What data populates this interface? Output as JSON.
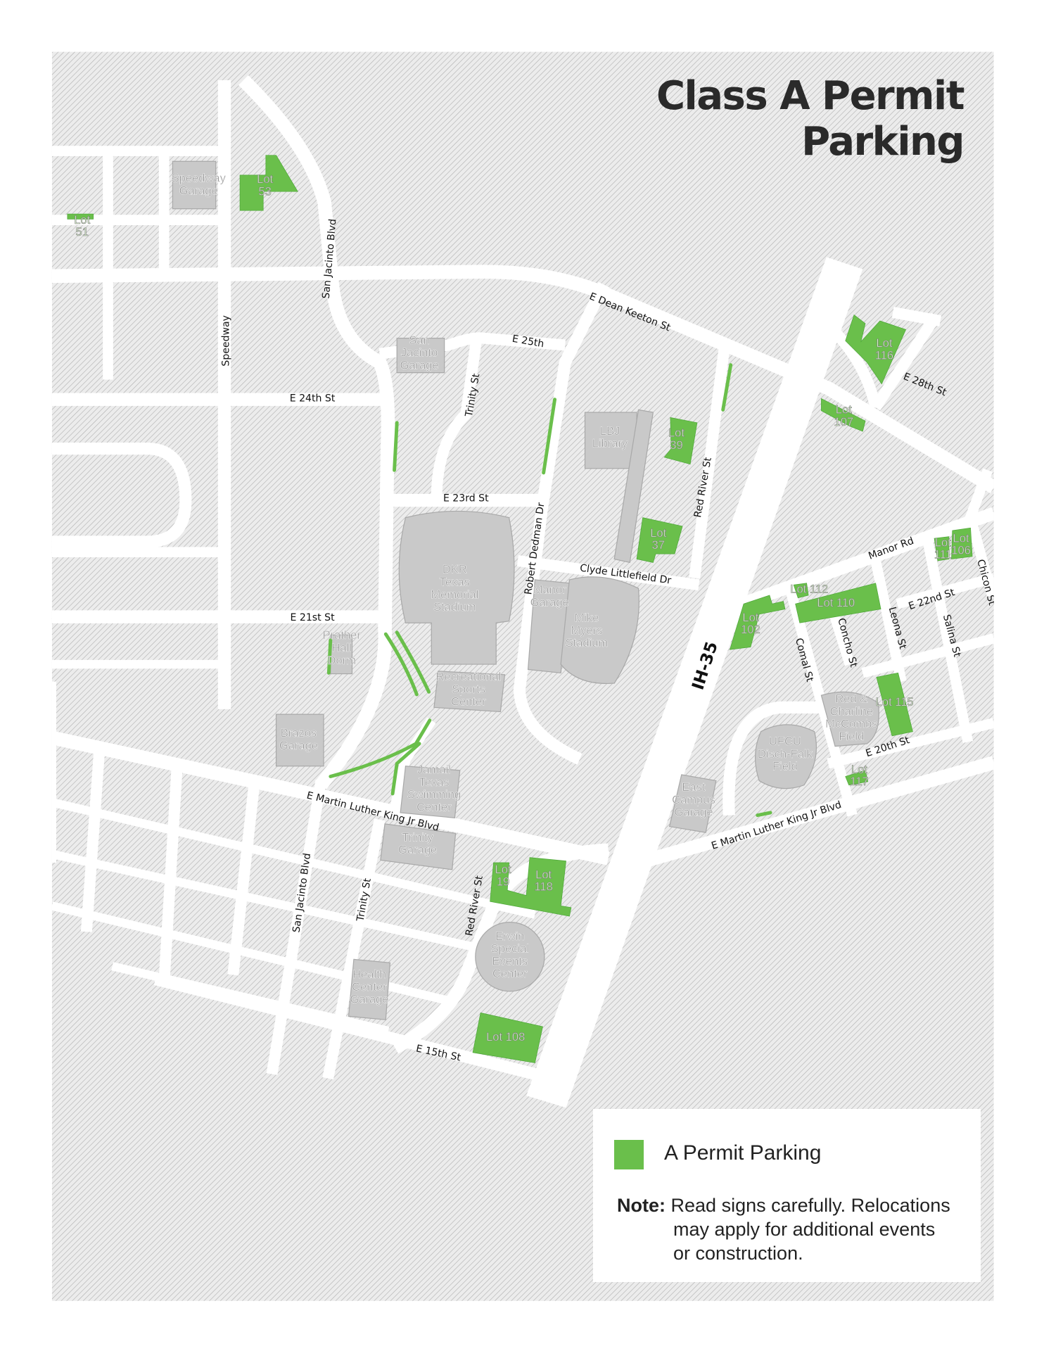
{
  "title": "Class A Permit Parking",
  "colors": {
    "permit_green": "#6abf4b",
    "hatch_bg": "#ececec",
    "hatch_line": "#b0b0b0",
    "building": "#c9c9c9"
  },
  "streets": [
    "San Jacinto Blvd",
    "Speedway",
    "E Dean Keeton St",
    "E 25th",
    "Trinity St",
    "E 24th St",
    "E 23rd St",
    "Robert Dedman Dr",
    "Red River St",
    "Clyde Littlefield Dr",
    "E 21st St",
    "E 28th St",
    "Manor Rd",
    "E 22nd St",
    "Chicon St",
    "Comal St",
    "Concho St",
    "Leona St",
    "Salina St",
    "E 20th St",
    "IH-35",
    "E Martin Luther King Jr Blvd",
    "E Martin Luther King Jr Blvd",
    "San Jacinto Blvd",
    "Trinity St",
    "Red River St",
    "E 15th St"
  ],
  "buildings": [
    {
      "lines": [
        "Speedway",
        "Garage"
      ]
    },
    {
      "lines": [
        "San",
        "Jacinto",
        "Garage"
      ]
    },
    {
      "lines": [
        "LBJ",
        "Library"
      ]
    },
    {
      "lines": [
        "DKR",
        "Texas",
        "Memorial",
        "Stadium"
      ]
    },
    {
      "lines": [
        "Manor",
        "Garage"
      ]
    },
    {
      "lines": [
        "Mike",
        "Myers",
        "Stadium"
      ]
    },
    {
      "lines": [
        "Prather",
        "Hall",
        "Dorm"
      ]
    },
    {
      "lines": [
        "Recreational",
        "Sports",
        "Center"
      ]
    },
    {
      "lines": [
        "Brazos",
        "Garage"
      ]
    },
    {
      "lines": [
        "Jamail",
        "Texas",
        "Swimming",
        "Center"
      ]
    },
    {
      "lines": [
        "Trinity",
        "Garage"
      ]
    },
    {
      "lines": [
        "East",
        "Campus",
        "Garage"
      ]
    },
    {
      "lines": [
        "UFCU",
        "Disch-Falk",
        "Field"
      ]
    },
    {
      "lines": [
        "Red &",
        "Charline",
        "McCombs",
        "Field"
      ]
    },
    {
      "lines": [
        "Erwin",
        "Special",
        "Events",
        "Center"
      ]
    },
    {
      "lines": [
        "Health",
        "Center",
        "Garage"
      ]
    }
  ],
  "lots": [
    {
      "lines": [
        "Lot",
        "51"
      ]
    },
    {
      "lines": [
        "Lot",
        "53"
      ]
    },
    {
      "lines": [
        "Lot",
        "116"
      ]
    },
    {
      "lines": [
        "Lot",
        "107"
      ]
    },
    {
      "lines": [
        "Lot",
        "39"
      ]
    },
    {
      "lines": [
        "Lot",
        "37"
      ]
    },
    {
      "lines": [
        "Lot",
        "111"
      ]
    },
    {
      "lines": [
        "Lot",
        "106"
      ]
    },
    {
      "lines": [
        "Lot 112"
      ]
    },
    {
      "lines": [
        "Lot 110"
      ]
    },
    {
      "lines": [
        "Lot",
        "102"
      ]
    },
    {
      "lines": [
        "Lot 115"
      ]
    },
    {
      "lines": [
        "Lot",
        "117"
      ]
    },
    {
      "lines": [
        "Lot",
        "19"
      ]
    },
    {
      "lines": [
        "Lot",
        "118"
      ]
    },
    {
      "lines": [
        "Lot 108"
      ]
    }
  ],
  "legend": {
    "label": "A Permit Parking",
    "note_label": "Note:",
    "note_lines": [
      "Read signs carefully. Relocations",
      "may apply for additional events",
      "or construction."
    ]
  }
}
